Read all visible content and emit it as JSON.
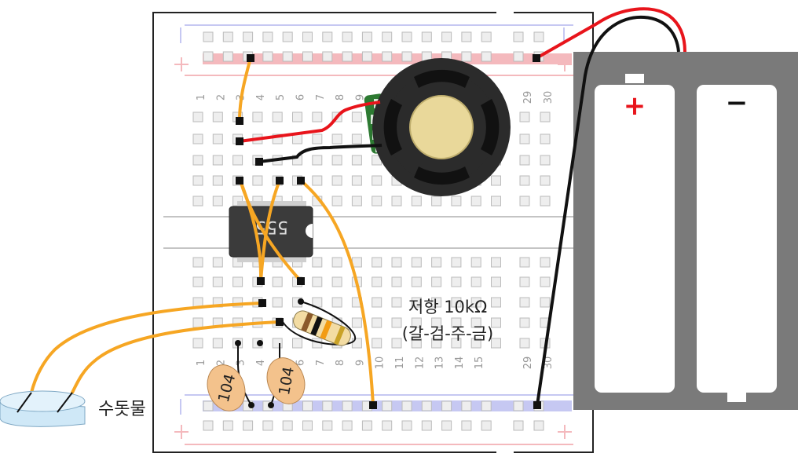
{
  "breadboard": {
    "column_labels_top": [
      "1",
      "2",
      "3",
      "4",
      "5",
      "6",
      "7",
      "8",
      "9",
      "29",
      "30"
    ],
    "column_labels_bottom": [
      "1",
      "2",
      "3",
      "4",
      "5",
      "6",
      "7",
      "8",
      "9",
      "10",
      "11",
      "12",
      "13",
      "14",
      "15",
      "29",
      "30"
    ],
    "rail_marks": {
      "plus": "+",
      "minus": "−"
    }
  },
  "ic": {
    "label": "555"
  },
  "capacitors": [
    {
      "label": "104"
    },
    {
      "label": "104"
    }
  ],
  "resistor_note": {
    "line1": "저항 10kΩ",
    "line2": "(갈-검-주-금)"
  },
  "water_label": "수돗물",
  "battery": {
    "plus_symbol": "+",
    "minus_symbol": "−"
  },
  "colors": {
    "wire_orange": "#f6a623",
    "wire_red": "#e8141b",
    "wire_black": "#111111",
    "battery_case": "#7a7a7a",
    "rail_red": "#f4b9bd",
    "rail_blue": "#c6c8f2",
    "water": "#cfe8f7",
    "capacitor": "#f3c28c"
  }
}
